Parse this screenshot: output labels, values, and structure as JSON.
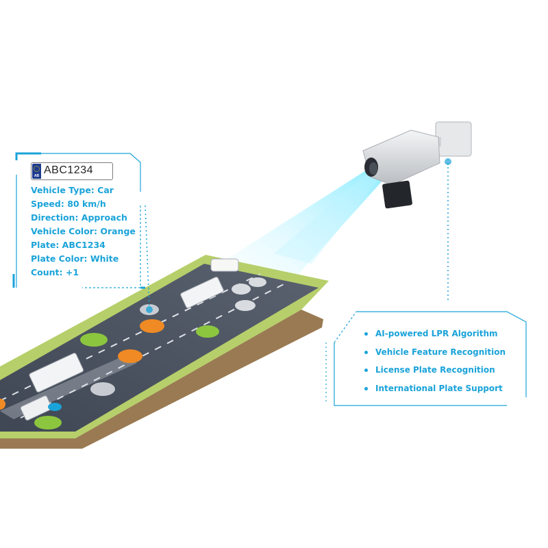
{
  "plate": {
    "number": "ABC1234",
    "country_code": "AB"
  },
  "vehicle_info": [
    {
      "label": "Vehicle Type: Car"
    },
    {
      "label": "Speed: 80 km/h"
    },
    {
      "label": "Direction: Approach"
    },
    {
      "label": "Vehicle Color: Orange"
    },
    {
      "label": "Plate: ABC1234"
    },
    {
      "label": "Plate Color: White"
    },
    {
      "label": "Count: +1"
    }
  ],
  "features": [
    {
      "label": "AI-powered LPR Algorithm"
    },
    {
      "label": "Vehicle Feature Recognition"
    },
    {
      "label": "License Plate Recognition"
    },
    {
      "label": "International Plate Support"
    }
  ],
  "colors": {
    "accent": "#1aa3d9",
    "beam": "#7fe6ff",
    "road": "#4b5361",
    "grass": "#a9c95a"
  },
  "icons": [
    "camera-icon",
    "eu-plate-icon",
    "bullet-icon"
  ]
}
